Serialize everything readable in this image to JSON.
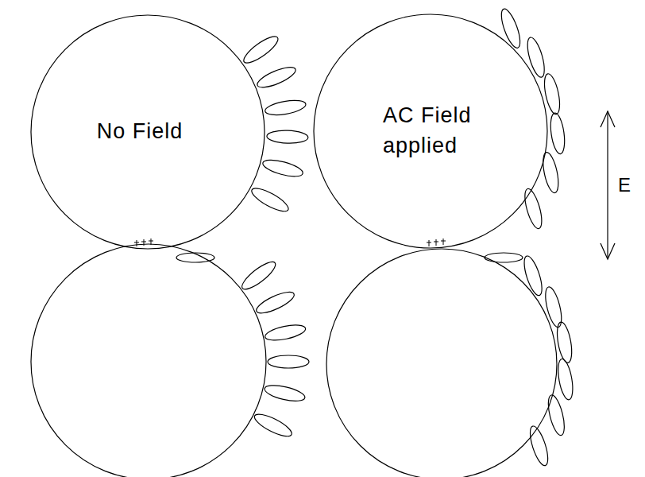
{
  "diagram": {
    "nodes": [
      {
        "text": [
          "No Field"
        ]
      },
      {
        "text": [
          "AC Field applied"
        ]
      }
    ],
    "labels": [
      "E"
    ]
  }
}
